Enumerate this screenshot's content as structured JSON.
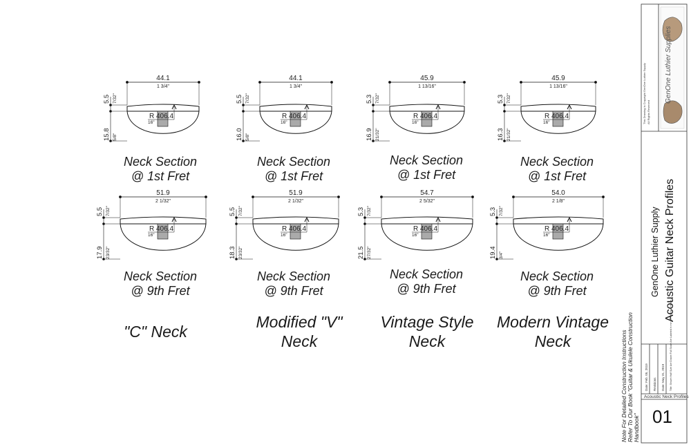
{
  "columns": [
    {
      "name": "\"C\" Neck",
      "first": {
        "width_mm": "44.1",
        "width_in": "1 3/4\"",
        "top_mm": "5.5",
        "top_in": "7/32\"",
        "depth_mm": "15.8",
        "depth_in": "5/8\"",
        "radius": "R 406.4",
        "radius_in": "16\""
      },
      "ninth": {
        "width_mm": "51.9",
        "width_in": "2 1/32\"",
        "top_mm": "5.5",
        "top_in": "7/32\"",
        "depth_mm": "17.9",
        "depth_in": "23/32\"",
        "radius": "R 406.4",
        "radius_in": "16\""
      }
    },
    {
      "name": "Modified \"V\" Neck",
      "first": {
        "width_mm": "44.1",
        "width_in": "1 3/4\"",
        "top_mm": "5.5",
        "top_in": "7/32\"",
        "depth_mm": "16.0",
        "depth_in": "5/8\"",
        "radius": "R 406.4",
        "radius_in": "16\""
      },
      "ninth": {
        "width_mm": "51.9",
        "width_in": "2 1/32\"",
        "top_mm": "5.5",
        "top_in": "7/32\"",
        "depth_mm": "18.3",
        "depth_in": "23/32\"",
        "radius": "R 406.4",
        "radius_in": "16\""
      }
    },
    {
      "name": "Vintage Style Neck",
      "first": {
        "width_mm": "45.9",
        "width_in": "1 13/16\"",
        "top_mm": "5.3",
        "top_in": "7/32\"",
        "depth_mm": "16.9",
        "depth_in": "21/32\"",
        "radius": "R 406.4",
        "radius_in": "16\""
      },
      "ninth": {
        "width_mm": "54.7",
        "width_in": "2 5/32\"",
        "top_mm": "5.3",
        "top_in": "7/32\"",
        "depth_mm": "21.5",
        "depth_in": "27/32\"",
        "radius": "R 406.4",
        "radius_in": "16\""
      }
    },
    {
      "name": "Modern Vintage Neck",
      "first": {
        "width_mm": "45.9",
        "width_in": "1 13/16\"",
        "top_mm": "5.3",
        "top_in": "7/32\"",
        "depth_mm": "16.3",
        "depth_in": "21/32\"",
        "radius": "R 406.4",
        "radius_in": "16\""
      },
      "ninth": {
        "width_mm": "54.0",
        "width_in": "2 1/8\"",
        "top_mm": "5.3",
        "top_in": "7/32\"",
        "depth_mm": "19.4",
        "depth_in": "3/4\"",
        "radius": "R 406.4",
        "radius_in": "16\""
      }
    }
  ],
  "captions": {
    "first_line1": "Neck Section",
    "first_line2": "@ 1st Fret",
    "ninth_line1": "Neck Section",
    "ninth_line2": "@ 9th Fret"
  },
  "note": {
    "line1": "Note For Detailed Construction Instructions",
    "line2": "Refer To Our Book \"Guitar & Ukulele Construction",
    "line3": "Handbook\""
  },
  "title_block": {
    "company": "GenOne Luthier Supply",
    "title": "Acoustic Guitar Neck Profiles",
    "logo_text": "GenOne Luthier Supplies",
    "sheet_name": "Acoustic Neck Profiles",
    "sheet_number": "01",
    "date_label": "Date: Feb. 05, 2019",
    "revisions_label": "Revisions",
    "revision_date": "Date: May 31, 2019",
    "scale_note": "Title: Shown Half Size Are Drawn Full Scale Are Labeled in mm & Fractional Inches"
  },
  "colors": {
    "line": "#111111",
    "truss_rod": "#aaaaaa"
  }
}
